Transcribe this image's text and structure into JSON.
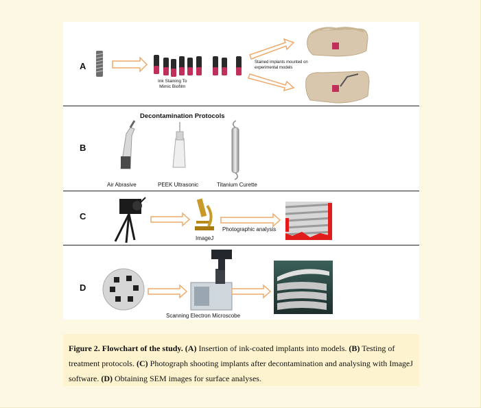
{
  "rows": {
    "a": {
      "label": "A",
      "ink_staining_line1": "Ink Staining To",
      "ink_staining_line2": "Mimic Biofilm",
      "stained_line1": "Stained implants mounted on",
      "stained_line2": "experimental models"
    },
    "b": {
      "label": "B",
      "title": "Decontamination Protocols",
      "tools": [
        "Air Abrasive",
        "PEEK Ultrasonic",
        "Titanium Curette"
      ]
    },
    "c": {
      "label": "C",
      "imagej": "ImageJ",
      "photo_analysis": "Photographic analysis"
    },
    "d": {
      "label": "D",
      "sem": "Scanning Electron Microscobe"
    }
  },
  "caption": {
    "figure_title": "Figure 2. Flowchart of the study.",
    "a_tag": "(A)",
    "a_text": " Insertion of ink-coated implants into models. ",
    "b_tag": "(B)",
    "b_text": " Testing of treatment protocols. ",
    "c_tag": "(C)",
    "c_text": " Photograph shooting implants after decontamination and analysing with ImageJ software. ",
    "d_tag": "(D)",
    "d_text": " Obtaining SEM images for surface analyses."
  },
  "colors": {
    "arrow": "#f0a868",
    "page_bg": "#fdf8e4",
    "caption_bg": "#fdf3cf",
    "implant_stain": "#c0305a",
    "implant_body": "#2a2a2a",
    "dental_model": "#d8c7ac",
    "red_highlight": "#e21b1b"
  }
}
